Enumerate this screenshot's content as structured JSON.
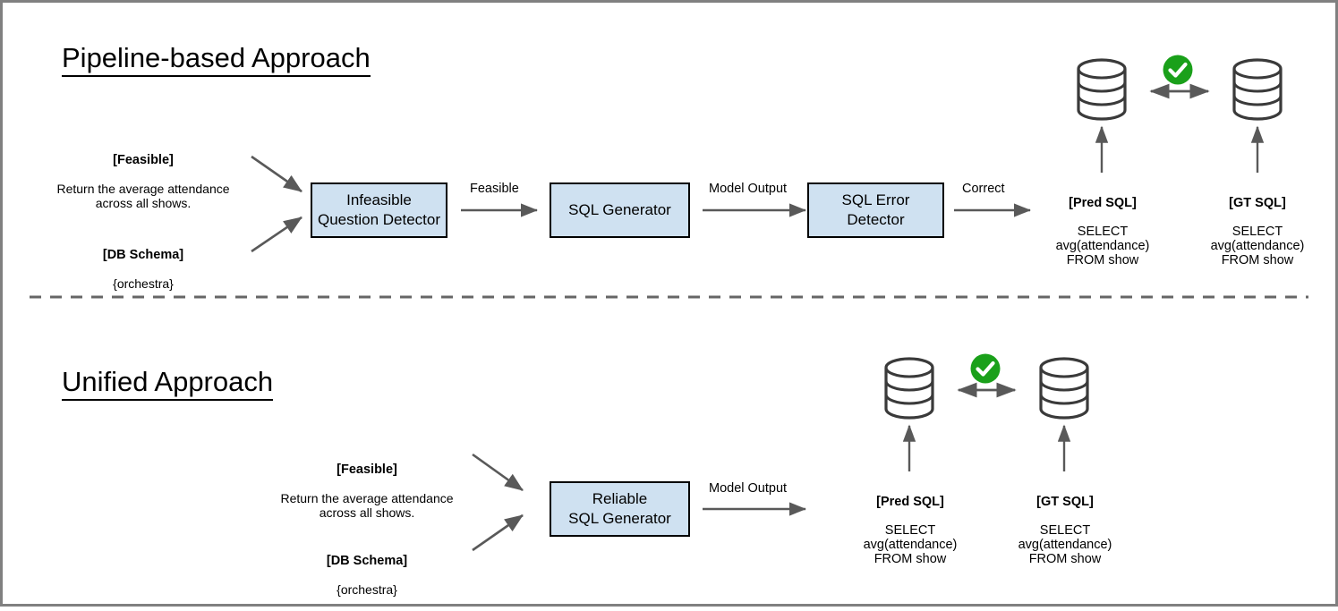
{
  "figure": {
    "title_top": "Pipeline-based Approach",
    "title_bottom": "Unified Approach",
    "colors": {
      "box_fill": "#cfe1f1",
      "box_border": "#000000",
      "arrow": "#595959",
      "check_green": "#1aa01a",
      "divider": "#666666",
      "frame": "#808080"
    }
  },
  "pipeline": {
    "title": "Pipeline-based Approach",
    "inputs": [
      {
        "header": "[Feasible]",
        "body": "Return the average attendance\nacross all shows."
      },
      {
        "header": "[DB Schema]",
        "body": "{orchestra}"
      }
    ],
    "boxes": [
      {
        "label": "Infeasible\nQuestion Detector"
      },
      {
        "label": "SQL Generator"
      },
      {
        "label": "SQL Error\nDetector"
      }
    ],
    "edge_labels": [
      "Feasible",
      "Model Output",
      "Correct"
    ],
    "outputs": [
      {
        "header": "[Pred SQL]",
        "body": "SELECT\navg(attendance)\nFROM show"
      },
      {
        "header": "[GT SQL]",
        "body": "SELECT\navg(attendance)\nFROM show"
      }
    ],
    "comparison_icon": "green-check-icon",
    "db_icons": [
      "database-icon",
      "database-icon"
    ]
  },
  "unified": {
    "title": "Unified Approach",
    "inputs": [
      {
        "header": "[Feasible]",
        "body": "Return the average attendance\nacross all shows."
      },
      {
        "header": "[DB Schema]",
        "body": "{orchestra}"
      }
    ],
    "boxes": [
      {
        "label": "Reliable\nSQL Generator"
      }
    ],
    "edge_labels": [
      "Model Output"
    ],
    "outputs": [
      {
        "header": "[Pred SQL]",
        "body": "SELECT\navg(attendance)\nFROM show"
      },
      {
        "header": "[GT SQL]",
        "body": "SELECT\navg(attendance)\nFROM show"
      }
    ],
    "comparison_icon": "green-check-icon",
    "db_icons": [
      "database-icon",
      "database-icon"
    ]
  }
}
